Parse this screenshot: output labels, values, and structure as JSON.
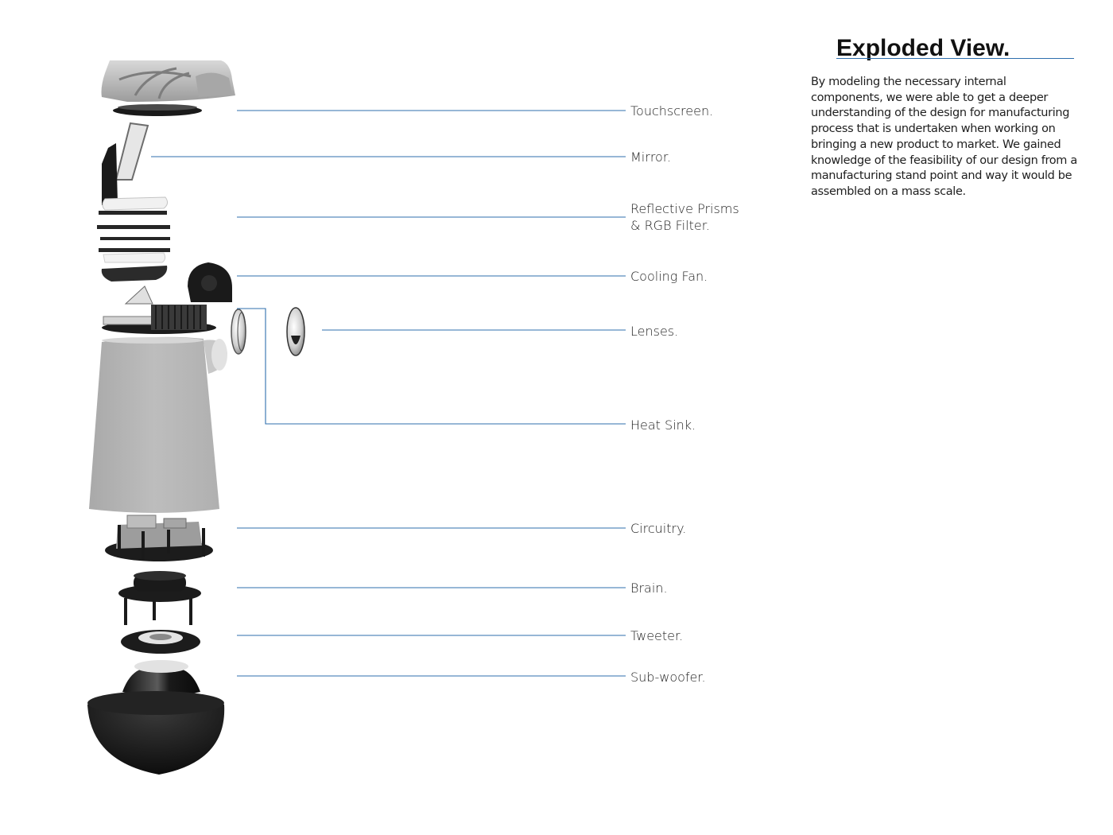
{
  "title": "Exploded View.",
  "description": "By modeling the necessary internal components, we were able to get a deeper understanding of the design for manufacturing process that is undertaken when working on bringing a new product to market. We gained knowledge of the feasibility of our design from a manufacturing stand point and way it would be assembled on a mass scale.",
  "labels": {
    "touchscreen": "Touchscreen.",
    "mirror": "Mirror.",
    "prisms": "Reflective Prisms\n& RGB Filter.",
    "cooling_fan": "Cooling Fan.",
    "lenses": "Lenses.",
    "heat_sink": "Heat Sink.",
    "circuitry": "Circuitry.",
    "brain": "Brain.",
    "tweeter": "Tweeter.",
    "subwoofer": "Sub-woofer."
  },
  "colors": {
    "leader_line": "#2f6fad",
    "shell_gray": "#b4b4b4",
    "part_black": "#1a1a1a"
  }
}
